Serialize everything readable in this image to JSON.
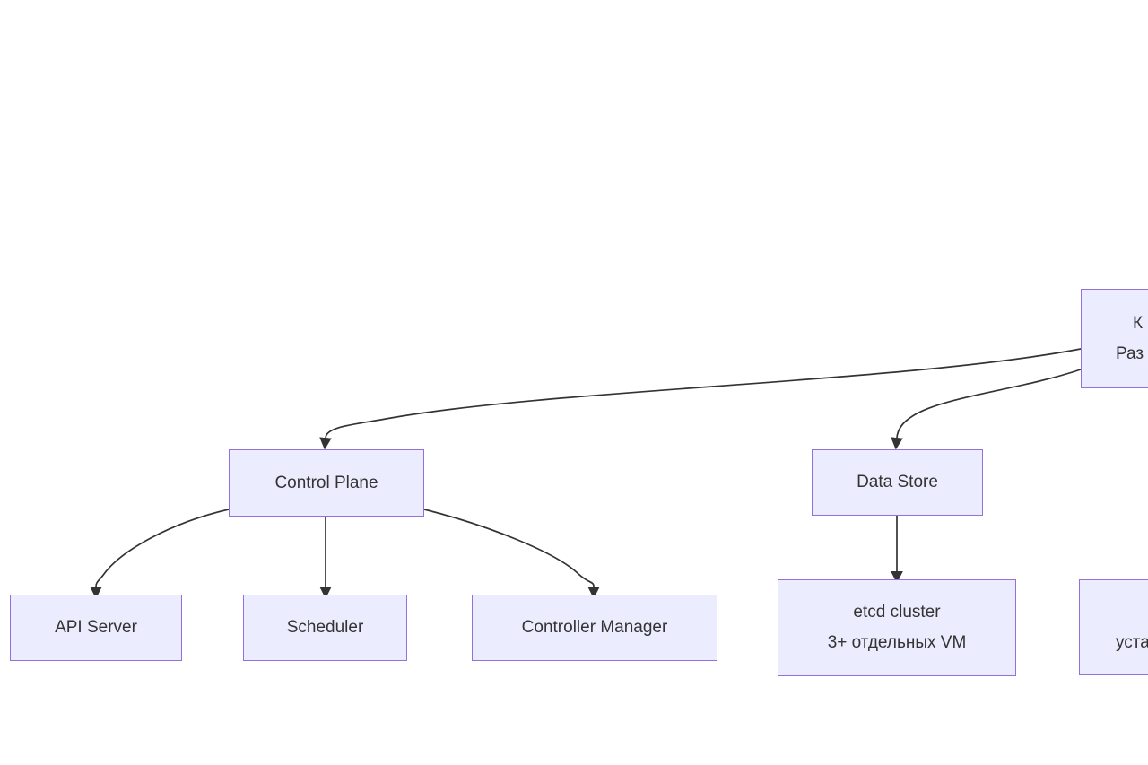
{
  "diagram": {
    "type": "flowchart",
    "colors": {
      "background": "#ffffff",
      "node_fill": "#ECECFF",
      "node_border": "#9370DB",
      "edge": "#333333",
      "text": "#333333"
    },
    "nodes": {
      "right_top_partial": {
        "lines": [
          "К",
          "Раз"
        ]
      },
      "control_plane": {
        "label": "Control Plane"
      },
      "data_store": {
        "label": "Data Store"
      },
      "api_server": {
        "label": "API Server"
      },
      "scheduler": {
        "label": "Scheduler"
      },
      "controller_manager": {
        "label": "Controller Manager"
      },
      "etcd": {
        "lines": [
          "etcd cluster",
          "3+ отдельных VM"
        ]
      },
      "right_bottom_partial": {
        "lines": [
          "",
          "уста"
        ]
      }
    },
    "edges": [
      {
        "from": "right_top_partial",
        "to": "control_plane"
      },
      {
        "from": "right_top_partial",
        "to": "data_store"
      },
      {
        "from": "control_plane",
        "to": "api_server"
      },
      {
        "from": "control_plane",
        "to": "scheduler"
      },
      {
        "from": "control_plane",
        "to": "controller_manager"
      },
      {
        "from": "data_store",
        "to": "etcd"
      }
    ]
  }
}
